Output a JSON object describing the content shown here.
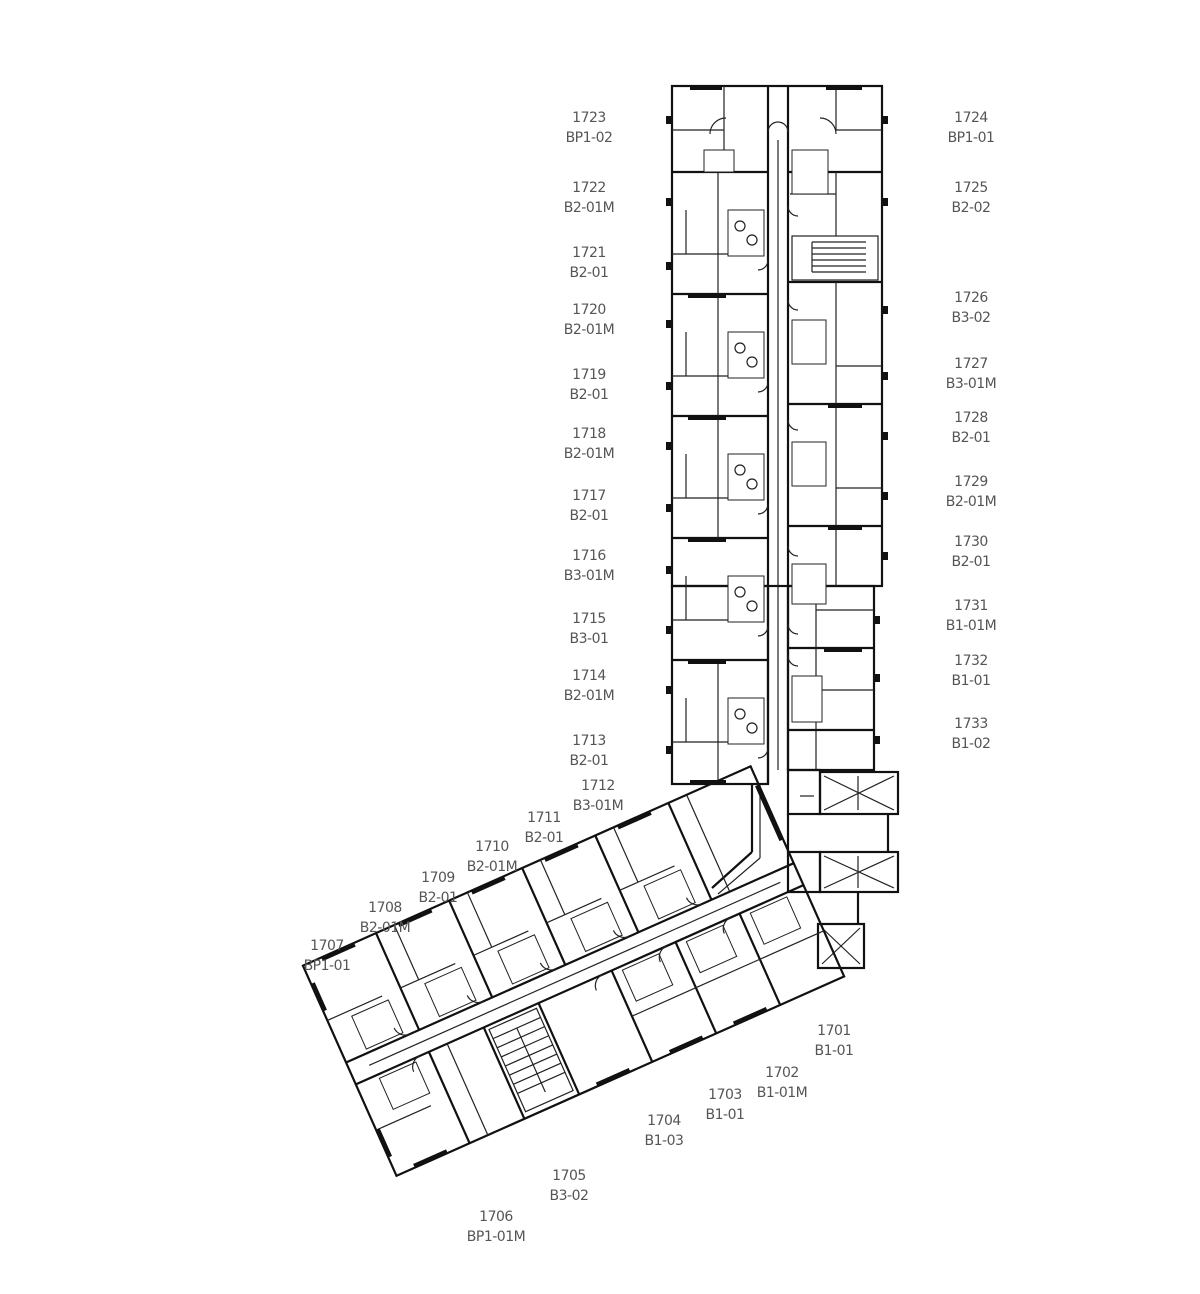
{
  "units": [
    {
      "number": "1723",
      "type": "BP1-02"
    },
    {
      "number": "1724",
      "type": "BP1-01"
    },
    {
      "number": "1722",
      "type": "B2-01M"
    },
    {
      "number": "1725",
      "type": "B2-02"
    },
    {
      "number": "1721",
      "type": "B2-01"
    },
    {
      "number": "1720",
      "type": "B2-01M"
    },
    {
      "number": "1726",
      "type": "B3-02"
    },
    {
      "number": "1727",
      "type": "B3-01M"
    },
    {
      "number": "1719",
      "type": "B2-01"
    },
    {
      "number": "1728",
      "type": "B2-01"
    },
    {
      "number": "1718",
      "type": "B2-01M"
    },
    {
      "number": "1729",
      "type": "B2-01M"
    },
    {
      "number": "1717",
      "type": "B2-01"
    },
    {
      "number": "1730",
      "type": "B2-01"
    },
    {
      "number": "1716",
      "type": "B3-01M"
    },
    {
      "number": "1731",
      "type": "B1-01M"
    },
    {
      "number": "1715",
      "type": "B3-01"
    },
    {
      "number": "1732",
      "type": "B1-01"
    },
    {
      "number": "1714",
      "type": "B2-01M"
    },
    {
      "number": "1733",
      "type": "B1-02"
    },
    {
      "number": "1713",
      "type": "B2-01"
    },
    {
      "number": "1712",
      "type": "B3-01M"
    },
    {
      "number": "1711",
      "type": "B2-01"
    },
    {
      "number": "1710",
      "type": "B2-01M"
    },
    {
      "number": "1709",
      "type": "B2-01"
    },
    {
      "number": "1708",
      "type": "B2-01M"
    },
    {
      "number": "1707",
      "type": "BP1-01"
    },
    {
      "number": "1701",
      "type": "B1-01"
    },
    {
      "number": "1702",
      "type": "B1-01M"
    },
    {
      "number": "1703",
      "type": "B1-01"
    },
    {
      "number": "1704",
      "type": "B1-03"
    },
    {
      "number": "1705",
      "type": "B3-02"
    },
    {
      "number": "1706",
      "type": "BP1-01M"
    }
  ]
}
